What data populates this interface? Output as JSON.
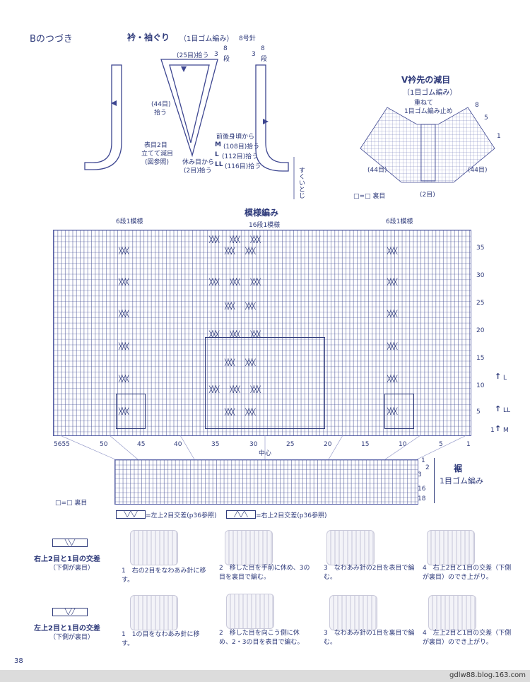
{
  "header": {
    "section": "Bのつづき",
    "neck_title": "衿・袖ぐり",
    "neck_sub": "（1目ゴム編み）",
    "needle": "8号針"
  },
  "neck_diagram": {
    "top_pick": "(25目)拾う",
    "rows1": "8",
    "rows1_unit": "段",
    "left3": "3",
    "rows2": "8",
    "rows2_unit": "段",
    "right3": "3",
    "side_pick_a": "(44目)",
    "side_pick_b": "拾う",
    "dec_a": "表目2目",
    "dec_b": "立てて減目",
    "dec_c": "(図参照)",
    "rest_a": "休み目から",
    "rest_b": "(2目)拾う",
    "body_pick": "前後身頃から",
    "m": "M",
    "m_val": "(108目)拾う",
    "l": "L",
    "l_val": "(112目)拾う",
    "ll": "LL",
    "ll_val": "(116目)拾う",
    "bind_off": "すくいとじ"
  },
  "vneck": {
    "title": "V衿先の減目",
    "sub": "（1目ゴム編み）",
    "note_a": "重ねて",
    "note_b": "1目ゴム編み止め",
    "r8": "8",
    "r5": "5",
    "r1": "1",
    "left": "(44目)",
    "right": "(44目)",
    "center": "(2目)",
    "legend": "□=□ 裏目"
  },
  "pattern": {
    "title": "模様編み",
    "rep_left": "6段1模様",
    "rep_center": "16段1模様",
    "rep_right": "6段1模様",
    "row_labels": [
      "35",
      "30",
      "25",
      "20",
      "15",
      "10",
      "5",
      "1"
    ],
    "col_labels": [
      "5655",
      "50",
      "45",
      "40",
      "35",
      "30",
      "25",
      "20",
      "15",
      "10",
      "5",
      "1"
    ],
    "center_label": "中心",
    "size_L": "L",
    "size_LL": "LL",
    "size_M": "M"
  },
  "hem": {
    "title": "裾",
    "sub": "1目ゴム編み",
    "rows": [
      "1",
      "2",
      "3",
      "16",
      "18"
    ]
  },
  "legend": {
    "purl": "□=□ 裏目",
    "cross_left": "=左上2目交差(p36参照)",
    "cross_right": "=右上2目交差(p36参照)"
  },
  "steps_right": {
    "title": "右上2目と1目の交差",
    "sub": "（下側が裏目）",
    "s1": "1　右の2目をなわあみ針に移す。",
    "s2": "2　移した目を手前に休め、3の目を裏目で編む。",
    "s3": "3　なわあみ針の2目を表目で編む。",
    "s4": "4　右上2目と1目の交差（下側が裏目）のでき上がり。"
  },
  "steps_left": {
    "title": "左上2目と1目の交差",
    "sub": "（下側が裏目）",
    "s1": "1　1の目をなわあみ針に移す。",
    "s2": "2　移した目を向こう側に休め、2・3の目を表目で編む。",
    "s3": "3　なわあみ針の1目を裏目で編む。",
    "s4": "4　左上2目と1目の交差（下側が裏目）のでき上がり。"
  },
  "footer": {
    "page": "38",
    "site": "gdlw88.blog.163.com"
  }
}
